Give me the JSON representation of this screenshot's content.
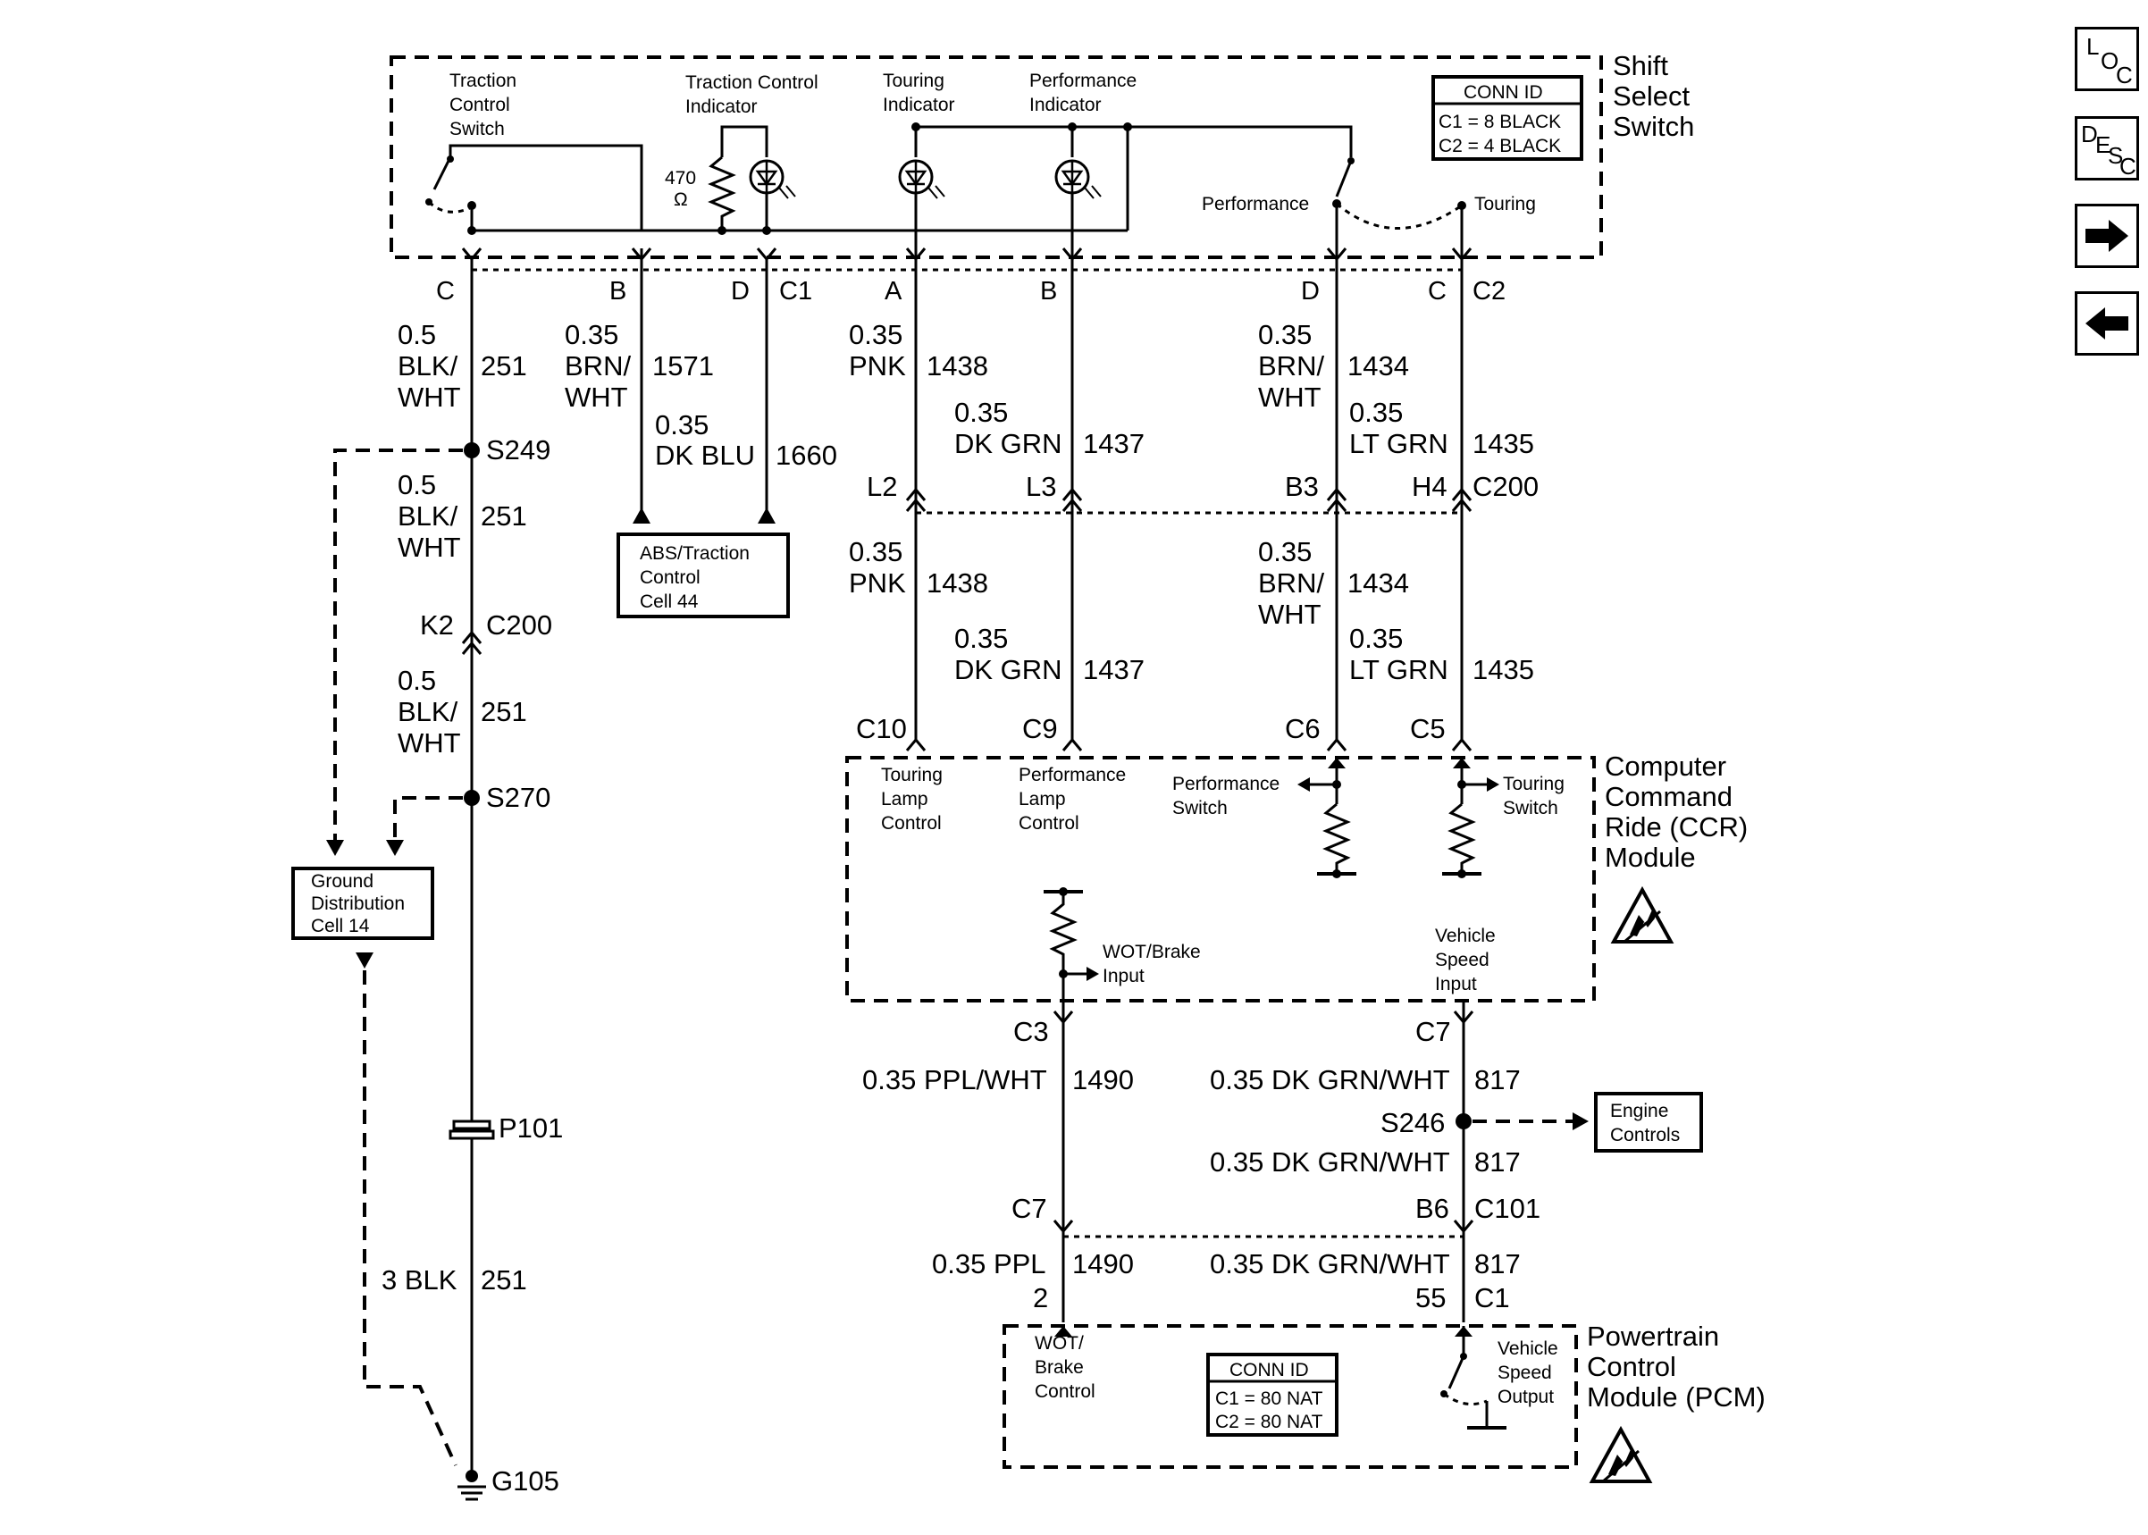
{
  "nav": {
    "loc": [
      "L",
      "O",
      "C"
    ],
    "desc": [
      "D",
      "E",
      "S",
      "C"
    ]
  },
  "shift_switch": {
    "title": [
      "Shift",
      "Select",
      "Switch"
    ],
    "traction_switch": [
      "Traction",
      "Control",
      "Switch"
    ],
    "traction_indicator": [
      "Traction Control",
      "Indicator"
    ],
    "touring_indicator": [
      "Touring",
      "Indicator"
    ],
    "performance_indicator": [
      "Performance",
      "Indicator"
    ],
    "resistor": [
      "470",
      "Ω"
    ],
    "performance": "Performance",
    "touring": "Touring",
    "conn_id": [
      "CONN ID",
      "C1 = 8 BLACK",
      "C2 = 4 BLACK"
    ]
  },
  "pins_top": [
    "C",
    "B",
    "D",
    "C1",
    "A",
    "B",
    "D",
    "C",
    "C2"
  ],
  "wires_top": {
    "w251a": [
      "0.5",
      "BLK/",
      "WHT",
      "251"
    ],
    "w1571": [
      "0.35",
      "BRN/",
      "WHT",
      "1571"
    ],
    "w1660": [
      "0.35",
      "DK BLU",
      "1660"
    ],
    "w1438a": [
      "0.35",
      "PNK",
      "1438"
    ],
    "w1437a": [
      "0.35",
      "DK GRN",
      "1437"
    ],
    "w1434a": [
      "0.35",
      "BRN/",
      "WHT",
      "1434"
    ],
    "w1435a": [
      "0.35",
      "LT GRN",
      "1435"
    ]
  },
  "splices": {
    "s249": "S249",
    "s270": "S270",
    "s246": "S246",
    "p101": "P101",
    "g105": "G105"
  },
  "wires_left": {
    "w251b": [
      "0.5",
      "BLK/",
      "WHT",
      "251"
    ],
    "c200_k2": [
      "K2",
      "C200"
    ],
    "w251c": [
      "0.5",
      "BLK/",
      "WHT",
      "251"
    ],
    "w251d": [
      "3 BLK",
      "251"
    ]
  },
  "c200_mid": [
    "L2",
    "L3",
    "B3",
    "H4",
    "C200"
  ],
  "wires_mid": {
    "w1438b": [
      "0.35",
      "PNK",
      "1438"
    ],
    "w1437b": [
      "0.35",
      "DK GRN",
      "1437"
    ],
    "w1434b": [
      "0.35",
      "BRN/",
      "WHT",
      "1434"
    ],
    "w1435b": [
      "0.35",
      "LT GRN",
      "1435"
    ]
  },
  "ccr_pins": [
    "C10",
    "C9",
    "C6",
    "C5"
  ],
  "boxes": {
    "abs": [
      "ABS/Traction",
      "Control",
      "Cell 44"
    ],
    "ground": [
      "Ground",
      "Distribution",
      "Cell 14"
    ],
    "engine": [
      "Engine",
      "Controls"
    ]
  },
  "ccr": {
    "title": [
      "Computer",
      "Command",
      "Ride (CCR)",
      "Module"
    ],
    "touring_lamp": [
      "Touring",
      "Lamp",
      "Control"
    ],
    "performance_lamp": [
      "Performance",
      "Lamp",
      "Control"
    ],
    "performance_switch": [
      "Performance",
      "Switch"
    ],
    "touring_switch": [
      "Touring",
      "Switch"
    ],
    "wot_brake": [
      "WOT/Brake",
      "Input"
    ],
    "vss": [
      "Vehicle",
      "Speed",
      "Input"
    ]
  },
  "lower": {
    "c3": "C3",
    "c7a": "C7",
    "w1490a": [
      "0.35 PPL/WHT",
      "1490"
    ],
    "w817a": [
      "0.35 DK GRN/WHT",
      "817"
    ],
    "w817b": [
      "0.35 DK GRN/WHT",
      "817"
    ],
    "c101": [
      "C7",
      "B6",
      "C101"
    ],
    "w1490b": [
      "0.35 PPL",
      "1490"
    ],
    "w817c": [
      "0.35 DK GRN/WHT",
      "817"
    ],
    "pcm_pins": [
      "2",
      "55",
      "C1"
    ]
  },
  "pcm": {
    "title": [
      "Powertrain",
      "Control",
      "Module (PCM)"
    ],
    "wot": [
      "WOT/",
      "Brake",
      "Control"
    ],
    "vss": [
      "Vehicle",
      "Speed",
      "Output"
    ],
    "conn_id": [
      "CONN ID",
      "C1 = 80 NAT",
      "C2 = 80 NAT"
    ]
  }
}
